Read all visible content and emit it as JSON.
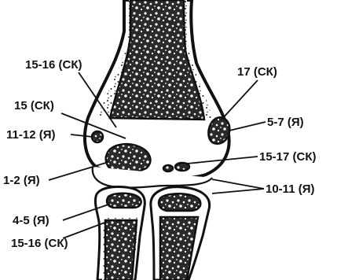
{
  "labels": {
    "l1": "15-16 (СК)",
    "l2": "17 (СК)",
    "l3": "15 (СК)",
    "l4": "5-7 (Я)",
    "l5": "11-12 (Я)",
    "l6": "15-17 (СК)",
    "l7": "1-2 (Я)",
    "l8": "10-11 (Я)",
    "l9": "4-5 (Я)",
    "l10": "15-16 (СК)"
  }
}
